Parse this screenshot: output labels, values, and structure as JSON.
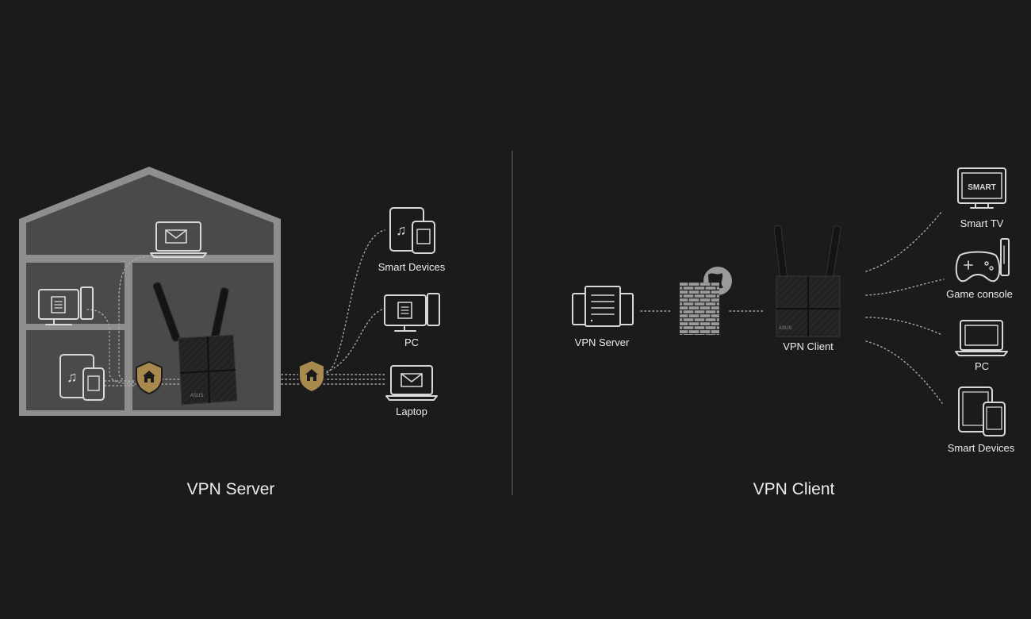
{
  "colors": {
    "background": "#1b1b1b",
    "house_wall": "#8e8e8e",
    "house_room": "#4a4a4a",
    "shield": "#a8894e",
    "router": "#1f1f1f"
  },
  "server_side": {
    "title": "VPN Server",
    "router_brand": "ASUS",
    "devices": [
      {
        "label": "Smart Devices",
        "icon": "tablet-phone-icon"
      },
      {
        "label": "PC",
        "icon": "pc-icon"
      },
      {
        "label": "Laptop",
        "icon": "laptop-mail-icon"
      }
    ],
    "house_icons": [
      "laptop-mail-icon",
      "pc-icon",
      "tablet-phone-icon",
      "shield-home-icon"
    ]
  },
  "client_side": {
    "title": "VPN Client",
    "vpn_server_label": "VPN Server",
    "vpn_client_label": "VPN Client",
    "router_brand": "ASUS",
    "smart_tv_screen_text": "SMART",
    "devices": [
      {
        "label": "Smart TV",
        "icon": "smart-tv-icon"
      },
      {
        "label": "Game console",
        "icon": "game-console-icon"
      },
      {
        "label": "PC",
        "icon": "laptop-icon"
      },
      {
        "label": "Smart Devices",
        "icon": "tablet-phone-icon"
      }
    ]
  }
}
